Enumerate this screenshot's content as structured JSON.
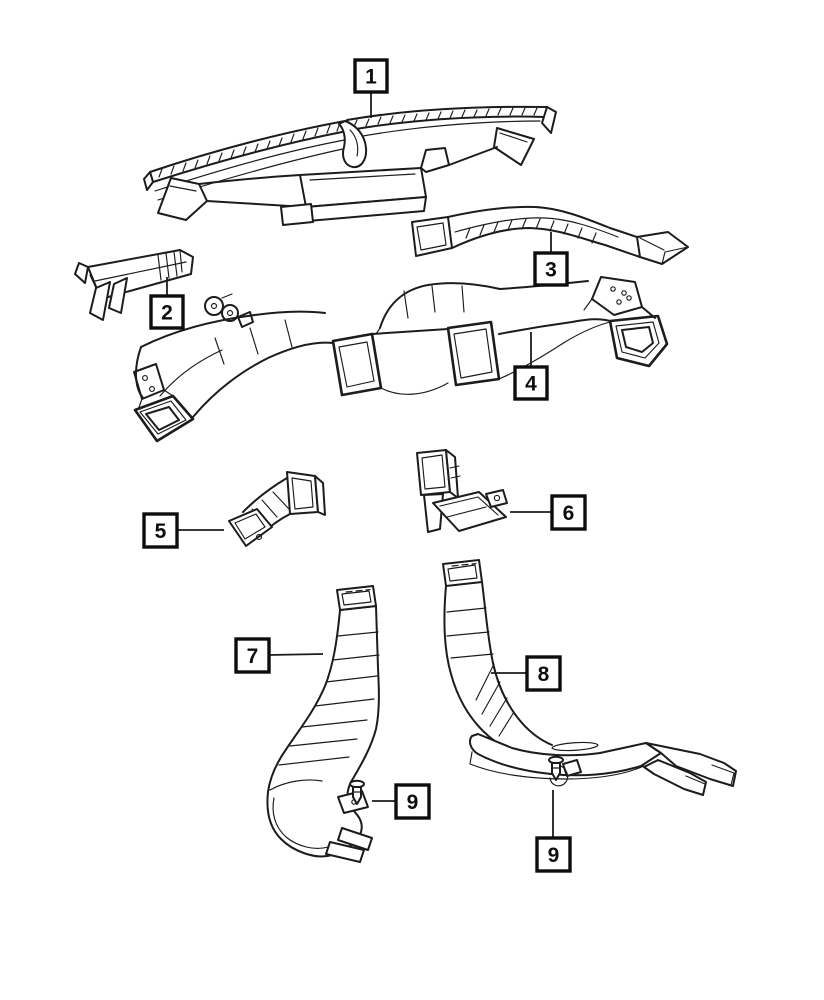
{
  "diagram": {
    "background_color": "#ffffff",
    "line_color": "#1c1c1c",
    "callouts": [
      {
        "id": "1",
        "label": "1"
      },
      {
        "id": "2",
        "label": "2"
      },
      {
        "id": "3",
        "label": "3"
      },
      {
        "id": "4",
        "label": "4"
      },
      {
        "id": "5",
        "label": "5"
      },
      {
        "id": "6",
        "label": "6"
      },
      {
        "id": "7",
        "label": "7"
      },
      {
        "id": "8",
        "label": "8"
      },
      {
        "id": "9a",
        "label": "9"
      },
      {
        "id": "9b",
        "label": "9"
      }
    ]
  }
}
